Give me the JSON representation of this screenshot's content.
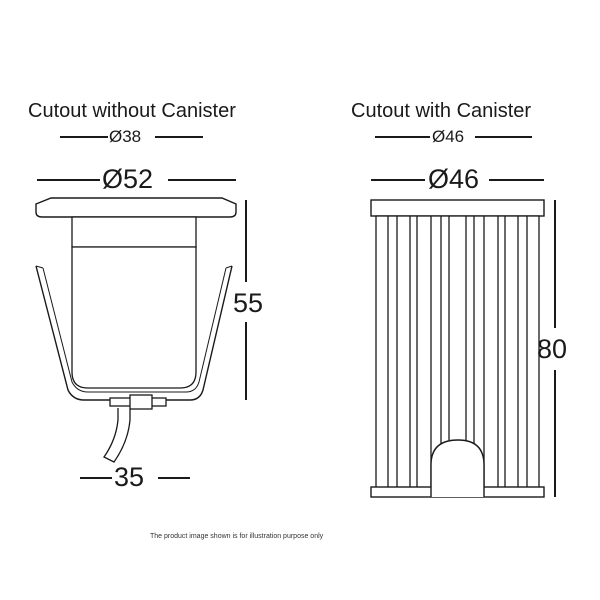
{
  "left": {
    "title": "Cutout without Canister",
    "cutout": "Ø38",
    "top_width": "Ø52",
    "height": "55",
    "bottom_width": "35"
  },
  "right": {
    "title": "Cutout with Canister",
    "cutout": "Ø46",
    "top_width": "Ø46",
    "height": "80"
  },
  "footnote": "The product image shown is for illustration purpose only",
  "colors": {
    "line": "#1a1a1a",
    "fill": "#ffffff"
  }
}
